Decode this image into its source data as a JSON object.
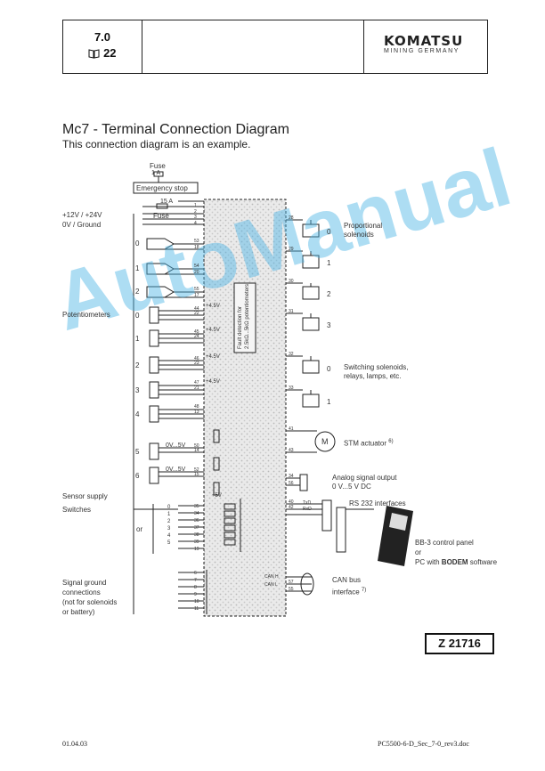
{
  "header": {
    "section": "7.0",
    "page_icon": "book-icon",
    "page": "22",
    "logo": "KOMATSU",
    "logo_sub": "MINING GERMANY"
  },
  "title": "Mc7 - Terminal Connection Diagram",
  "subtitle": "This connection diagram is an example.",
  "left_labels": {
    "fuse": "Fuse",
    "fuse_rating": "1 A",
    "emergency_stop": "Emergency stop",
    "fuse2_rating": "15 A",
    "fuse2": "Fuse",
    "supply1": "+12V / +24V",
    "supply2": "0V / Ground",
    "potentiometers": "Potentiometers",
    "sensor_supply": "Sensor supply",
    "switches": "Switches",
    "or": "or",
    "signal_ground": [
      "Signal ground",
      "connections",
      "(not for solenoids",
      "or battery)"
    ],
    "range1": "0V...5V",
    "range2": "0V...5V",
    "fault_detection": [
      "Fault detection for",
      "2.5kΩ...5kΩ potentiometers"
    ]
  },
  "pot_numbers": [
    "0",
    "1",
    "2",
    "3",
    "4",
    "5",
    "6"
  ],
  "switch_pot_numbers": [
    "0",
    "1",
    "2"
  ],
  "switch_numbers": [
    "0",
    "1",
    "2",
    "3",
    "4",
    "5"
  ],
  "right_labels": {
    "proportional": [
      "Proportional",
      "solenoids"
    ],
    "prop_numbers": [
      "0",
      "1",
      "2",
      "3"
    ],
    "switching": [
      "Switching solenoids,",
      "relays, lamps, etc."
    ],
    "switching_numbers": [
      "0",
      "1"
    ],
    "stm": "STM actuator",
    "stm_note": "6)",
    "motor": "M",
    "analog": [
      "Analog signal output",
      "0 V...5 V DC"
    ],
    "rs232": "RS 232 interfaces",
    "txd": "TxD",
    "rxd": "RxD",
    "bb3": [
      "BB-3 control panel",
      "or"
    ],
    "pc": "PC with ",
    "bodem": "BODEM",
    "software": " software",
    "can": [
      "CAN bus",
      "interface"
    ],
    "can_note": "7)",
    "can_h": "CAN H",
    "can_l": "CAN L"
  },
  "pins_left": [
    "1",
    "2",
    "3",
    "4",
    "53",
    "18",
    "54",
    "20",
    "55",
    "17",
    "44",
    "22",
    "45",
    "24",
    "46",
    "23",
    "47",
    "21",
    "48",
    "13",
    "50",
    "14",
    "52",
    "15",
    "51",
    "16",
    "35",
    "34",
    "36",
    "37",
    "38",
    "39",
    "19",
    "6",
    "7",
    "8",
    "9",
    "10",
    "11",
    "12"
  ],
  "pins_right": [
    "28",
    "29",
    "30",
    "31",
    "32",
    "33",
    "41",
    "43",
    "34",
    "56",
    "40",
    "42",
    "57",
    "55"
  ],
  "volt_labels": [
    "+4.5V",
    "+4.5V",
    "+4.5V",
    "+4.5V",
    "+5V"
  ],
  "figure_id": "Z 21716",
  "footer": {
    "date": "01.04.03",
    "doc": "PC5500-6-D_Sec_7-0_rev3.doc"
  },
  "watermark": "AutoManual"
}
